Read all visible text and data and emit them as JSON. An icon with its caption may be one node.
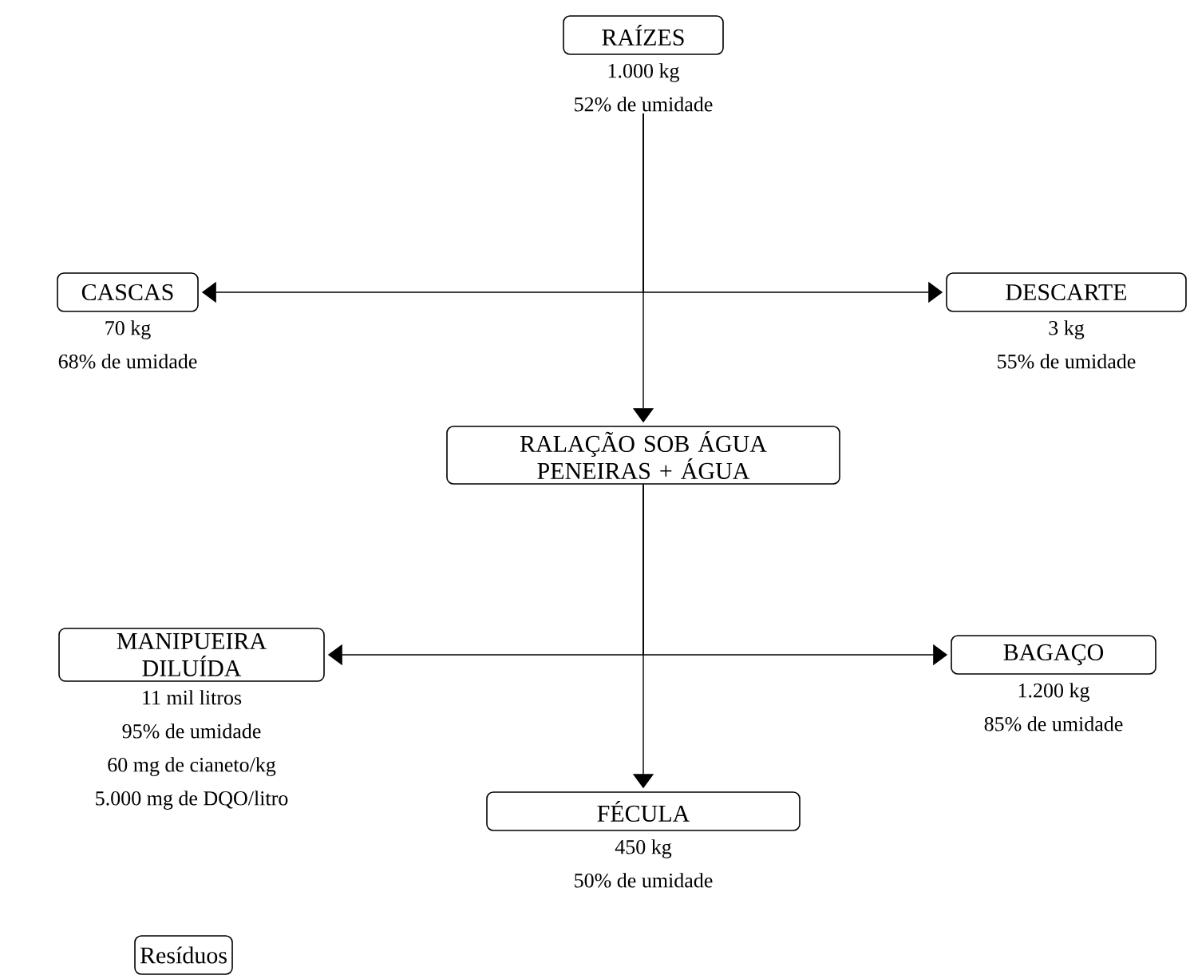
{
  "diagram": {
    "nodes": [
      {
        "text": [
          "RAÍZES"
        ],
        "beside": [
          "1.000 kg",
          "52% de umidade"
        ]
      },
      {
        "text": [
          "CASCAS"
        ],
        "beside": [
          "70 kg",
          "68% de umidade"
        ]
      },
      {
        "text": [
          "DESCARTE"
        ],
        "beside": [
          "3 kg",
          "55% de umidade"
        ]
      },
      {
        "text": [
          "RALAÇÃO SOB ÁGUA PENEIRAS + ÁGUA"
        ]
      },
      {
        "text": [
          "MANIPUEIRA DILUÍDA"
        ],
        "beside": [
          "11 mil litros",
          "95% de umidade",
          "60 mg de cianeto/kg",
          "5.000 mg de DQO/litro"
        ]
      },
      {
        "text": [
          "BAGAÇO"
        ],
        "beside": [
          "1.200 kg",
          "85% de umidade"
        ]
      },
      {
        "text": [
          "FÉCULA"
        ],
        "beside": [
          "450 kg",
          "50% de umidade"
        ]
      },
      {
        "text": [
          "Resíduos"
        ]
      }
    ],
    "edges": [
      {
        "from": 0,
        "to": 1,
        "arrow": "to"
      },
      {
        "from": 0,
        "to": 2,
        "arrow": "to"
      },
      {
        "from": 0,
        "to": 3,
        "arrow": "to"
      },
      {
        "from": 3,
        "to": 4,
        "arrow": "to"
      },
      {
        "from": 3,
        "to": 5,
        "arrow": "to"
      },
      {
        "from": 3,
        "to": 6,
        "arrow": "to"
      }
    ]
  }
}
